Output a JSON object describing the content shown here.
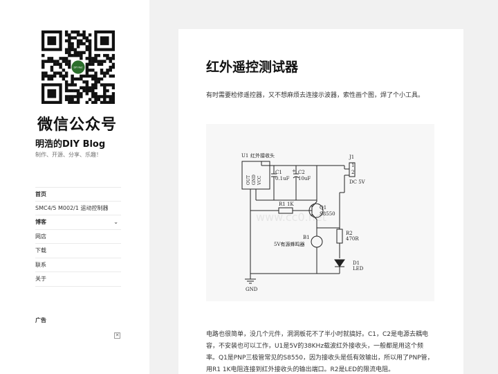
{
  "sidebar": {
    "wechat_label": "微信公众号",
    "qr_center_text": "DIY Net",
    "site_title": "明浩的DIY Blog",
    "tagline": "制作、开源、分享、乐趣！",
    "nav": [
      {
        "label": "首页",
        "bold": true
      },
      {
        "label": "SMC4/5 M002/1 运动控制器",
        "bold": false
      },
      {
        "label": "博客",
        "bold": true,
        "icon": "chevron-down-icon"
      },
      {
        "label": "网店",
        "bold": false
      },
      {
        "label": "下载",
        "bold": false
      },
      {
        "label": "联系",
        "bold": false
      },
      {
        "label": "关于",
        "bold": false
      }
    ],
    "ad_title": "广告",
    "ad_close": "✕"
  },
  "post": {
    "title": "红外遥控测试器",
    "intro": "有时需要检修遥控器，又不想麻烦去连接示波器，索性画个图，焊了个小工具。",
    "body": "电路也很简单，没几个元件，洞洞板花不了半小时就搞好。C1，C2是电源去耦电容，不安装也可以工作，U1是5V的38KHz载波红外接收头，一般都是用这个频率。Q1是PNP三极管常见的S8550，因为接收头是低有效输出，所以用了PNP管，用R1 1K电阻连接到红外接收头的输出端口。R2是LED的限流电阻。"
  },
  "schematic": {
    "u1": "U1",
    "u1_name": "红外接收头",
    "pin_out": "OUT",
    "pin_gnd": "GND",
    "pin_vcc": "VCC",
    "c1": "C1",
    "c1_val": "0.1uF",
    "c2": "C2",
    "c2_val": "10uF",
    "j1": "J1",
    "j1_pin1": "1",
    "j1_pin2": "2",
    "j1_val": "DC 5V",
    "r1": "R1 1K",
    "q1": "Q1",
    "q1_val": "S8550",
    "b1": "B1",
    "b1_val": "5V有源蜂鸣器",
    "r2": "R2",
    "r2_val": "470R",
    "d1": "D1",
    "d1_val": "LED",
    "gnd": "GND",
    "plus": "+",
    "watermark": "www.cc0.net"
  }
}
